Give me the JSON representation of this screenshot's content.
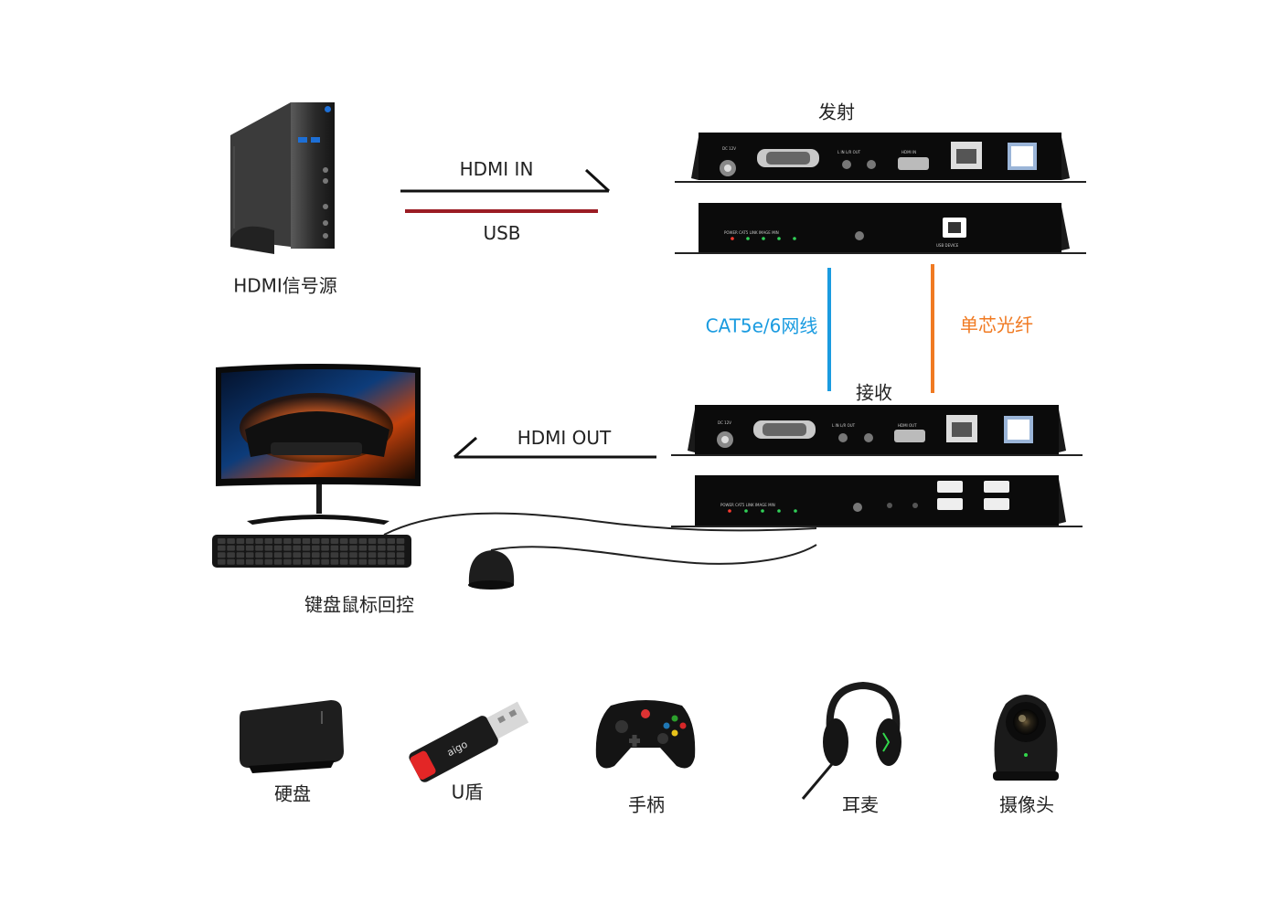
{
  "source": {
    "label": "HDMI信号源"
  },
  "links_top": {
    "hdmi_in": "HDMI  IN",
    "usb": "USB"
  },
  "transmitter": {
    "label": "发射"
  },
  "receiver": {
    "label": "接收"
  },
  "cable": {
    "network": "CAT5e/6网线",
    "fiber": "单芯光纤"
  },
  "hdmi_out": {
    "label": "HDMI OUT"
  },
  "control": {
    "label": "键盘鼠标回控"
  },
  "peripherals": [
    {
      "label": "硬盘",
      "icon": "hard-drive-icon"
    },
    {
      "label": "U盾",
      "icon": "usb-key-icon"
    },
    {
      "label": "手柄",
      "icon": "gamepad-icon"
    },
    {
      "label": "耳麦",
      "icon": "headset-icon"
    },
    {
      "label": "摄像头",
      "icon": "webcam-icon"
    }
  ],
  "colors": {
    "network_line": "#1a9be0",
    "fiber_line": "#f07a22",
    "usb_line": "#9b1c24",
    "device_body": "#0b0b0b"
  }
}
